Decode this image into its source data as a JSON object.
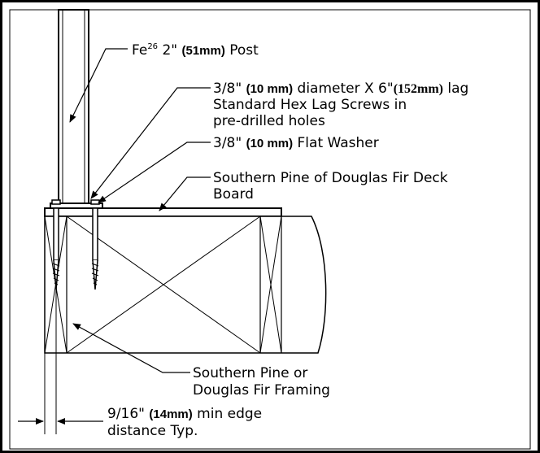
{
  "labels": {
    "post": {
      "prefix": "Fe",
      "sup": "26",
      "size_in": " 2\" ",
      "size_mm": "(51mm)",
      "suffix": " Post"
    },
    "lag": {
      "size_in": "3/8\" ",
      "size_mm": "(10 mm)",
      "mid": " diameter X 6\"",
      "len_mm": "(152mm)",
      "end": " lag",
      "line2": "Standard Hex Lag Screws in",
      "line3": "pre-drilled holes"
    },
    "washer": {
      "size_in": "3/8\" ",
      "size_mm": "(10 mm)",
      "suffix": " Flat Washer"
    },
    "deck": {
      "line1": "Southern Pine of Douglas Fir Deck",
      "line2": "Board"
    },
    "framing": {
      "line1": "Southern Pine or",
      "line2": "Douglas Fir Framing"
    },
    "edge": {
      "size_in": "9/16\" ",
      "size_mm": "(14mm)",
      "suffix": " min edge",
      "line2": "distance Typ."
    }
  }
}
